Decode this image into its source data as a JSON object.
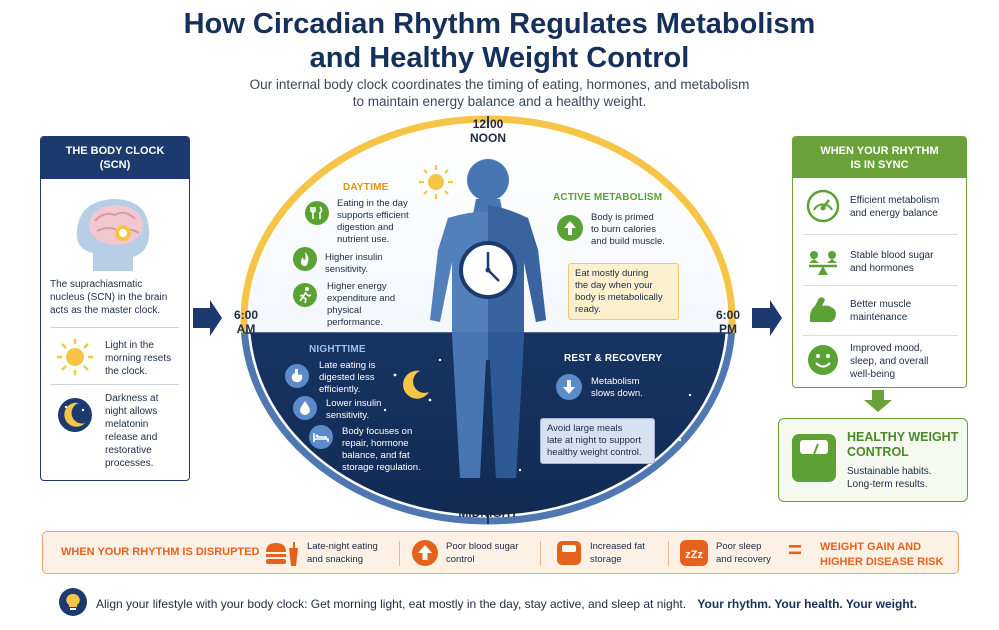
{
  "header": {
    "title_line1": "How Circadian Rhythm Regulates Metabolism",
    "title_line2": "and Healthy Weight Control",
    "subtitle_line1": "Our internal body clock coordinates the timing of eating, hormones, and metabolism",
    "subtitle_line2": "to maintain energy balance and a healthy weight."
  },
  "body_clock": {
    "title_line1": "THE BODY CLOCK",
    "title_line2": "(SCN)",
    "scn_text": [
      "The suprachiasmatic",
      "nucleus (SCN) in the brain",
      "acts as the master clock."
    ],
    "light_text": [
      "Light in the",
      "morning resets",
      "the clock."
    ],
    "dark_text": [
      "Darkness at",
      "night allows",
      "melatonin",
      "release and",
      "restorative",
      "processes."
    ]
  },
  "clock": {
    "noon_time": "12:00",
    "noon_label": "NOON",
    "midnight_time": "12:00",
    "midnight_label": "MIDNIGHT",
    "am_time": "6:00",
    "am_label": "AM",
    "pm_time": "6:00",
    "pm_label": "PM"
  },
  "daytime": {
    "title": "DAYTIME",
    "items": [
      {
        "icon": "fork-knife-icon",
        "lines": [
          "Eating in the day",
          "supports efficient",
          "digestion and",
          "nutrient use."
        ]
      },
      {
        "icon": "flame-icon",
        "lines": [
          "Higher insulin",
          "sensitivity."
        ]
      },
      {
        "icon": "runner-icon",
        "lines": [
          "Higher energy",
          "expenditure and",
          "physical",
          "performance."
        ]
      }
    ]
  },
  "active_metabolism": {
    "title": "ACTIVE METABOLISM",
    "icon": "arrow-up-icon",
    "lines": [
      "Body is primed",
      "to burn calories",
      "and build muscle."
    ],
    "note": [
      "Eat mostly during",
      "the day when your",
      "body is metabolically",
      "ready."
    ]
  },
  "nighttime": {
    "title": "NIGHTTIME",
    "items": [
      {
        "icon": "stomach-icon",
        "lines": [
          "Late eating is",
          "digested less",
          "efficiently."
        ]
      },
      {
        "icon": "drop-icon",
        "lines": [
          "Lower insulin",
          "sensitivity."
        ]
      },
      {
        "icon": "bed-icon",
        "lines": [
          "Body focuses on",
          "repair, hormone",
          "balance, and fat",
          "storage regulation."
        ]
      }
    ]
  },
  "rest_recovery": {
    "title": "REST & RECOVERY",
    "icon": "arrow-down-icon",
    "lines": [
      "Metabolism",
      "slows down."
    ],
    "note": [
      "Avoid large meals",
      "late at night to support",
      "healthy weight control."
    ]
  },
  "in_sync": {
    "title_line1": "WHEN YOUR RHYTHM",
    "title_line2": "IS IN SYNC",
    "items": [
      {
        "icon": "gauge-icon",
        "lines": [
          "Efficient metabolism",
          "and energy balance"
        ]
      },
      {
        "icon": "balance-icon",
        "lines": [
          "Stable blood sugar",
          "and hormones"
        ]
      },
      {
        "icon": "muscle-icon",
        "lines": [
          "Better muscle",
          "maintenance"
        ]
      },
      {
        "icon": "smile-icon",
        "lines": [
          "Improved mood,",
          "sleep, and overall",
          "well-being"
        ]
      }
    ]
  },
  "healthy_weight": {
    "title_line1": "HEALTHY WEIGHT",
    "title_line2": "CONTROL",
    "sub_line1": "Sustainable habits.",
    "sub_line2": "Long-term results."
  },
  "disrupted": {
    "title": "WHEN YOUR RHYTHM IS DISRUPTED",
    "items": [
      {
        "icon": "burger-icon",
        "lines": [
          "Late-night eating",
          "and snacking"
        ]
      },
      {
        "icon": "arrow-up-icon",
        "lines": [
          "Poor blood sugar",
          "control"
        ]
      },
      {
        "icon": "scale-icon",
        "lines": [
          "Increased fat",
          "storage"
        ]
      },
      {
        "icon": "zzz-icon",
        "lines": [
          "Poor sleep",
          "and recovery"
        ]
      }
    ],
    "equals": "=",
    "result_line1": "WEIGHT GAIN AND",
    "result_line2": "HIGHER DISEASE RISK"
  },
  "footer": {
    "tip": "Align your lifestyle with your body clock: Get morning light, eat mostly in the day, stay active, and sleep at night.",
    "tagline": "Your rhythm. Your health. Your weight."
  },
  "colors": {
    "navy": "#15305b",
    "day_yellow": "#f6c446",
    "night_blue": "#1a3a6b",
    "green": "#6aa139",
    "orange": "#e4621c"
  }
}
